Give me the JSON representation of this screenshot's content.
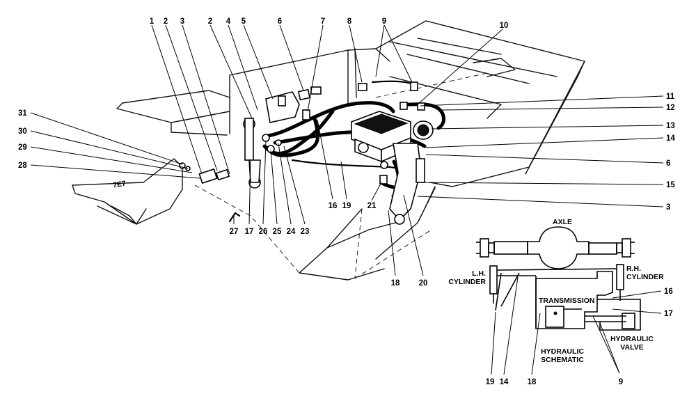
{
  "callouts_top": [
    "1",
    "2",
    "3",
    "2",
    "4",
    "5",
    "6",
    "7",
    "8",
    "9",
    "10"
  ],
  "callouts_right": [
    "11",
    "12",
    "13",
    "14",
    "6",
    "15",
    "3"
  ],
  "callouts_left": [
    "31",
    "30",
    "29",
    "28"
  ],
  "callouts_bottom": [
    "27",
    "17",
    "26",
    "25",
    "24",
    "23",
    "16",
    "19",
    "21",
    "18",
    "20"
  ],
  "schematic": {
    "axle": "AXLE",
    "lh_cylinder_line1": "L.H.",
    "lh_cylinder_line2": "CYLINDER",
    "rh_cylinder_line1": "R.H.",
    "rh_cylinder_line2": "CYLINDER",
    "transmission": "TRANSMISSION",
    "hydraulic_valve_line1": "HYDRAULIC",
    "hydraulic_valve_line2": "VALVE",
    "hydraulic_schematic_line1": "HYDRAULIC",
    "hydraulic_schematic_line2": "SCHEMATIC",
    "callouts": [
      "16",
      "17",
      "19",
      "14",
      "18",
      "9"
    ]
  },
  "plate_text": "7E7"
}
